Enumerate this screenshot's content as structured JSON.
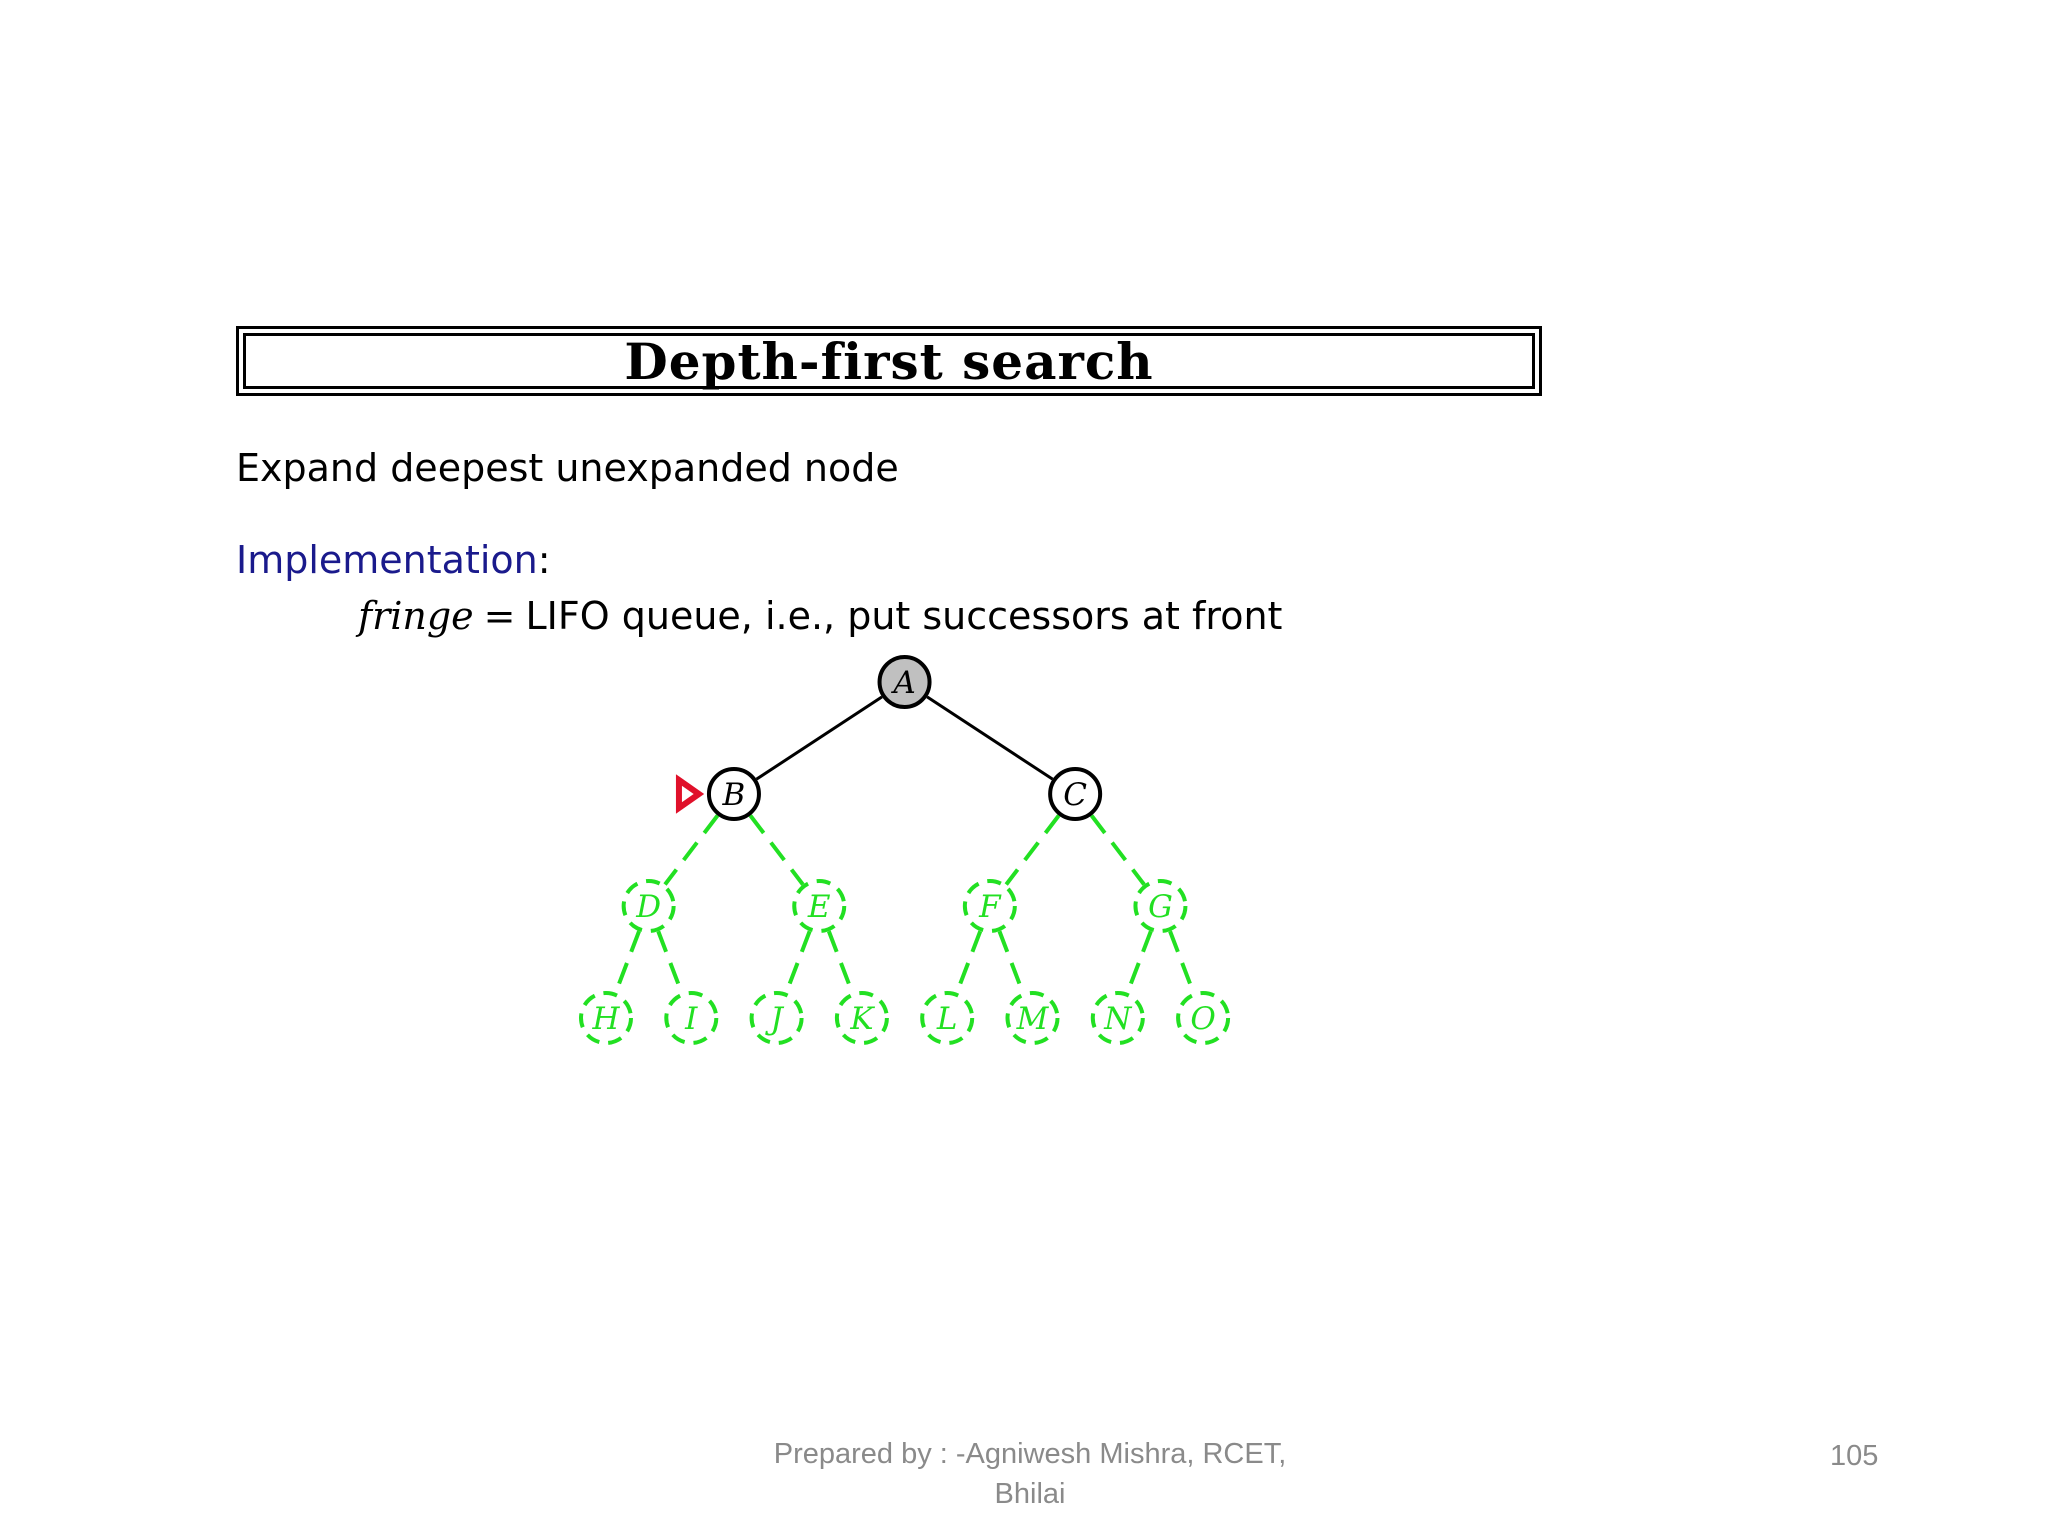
{
  "slide": {
    "title": "Depth-first search",
    "subtitle": "Expand deepest unexpanded node",
    "implementation_label": "Implementation",
    "implementation_colon": ":",
    "fringe_var": "fringe",
    "fringe_eq": "=",
    "fringe_desc": "LIFO queue, i.e., put successors at front"
  },
  "tree": {
    "nodes": [
      {
        "id": "A",
        "level": 0,
        "index": 0,
        "state": "expanded"
      },
      {
        "id": "B",
        "level": 1,
        "index": 0,
        "state": "fringe"
      },
      {
        "id": "C",
        "level": 1,
        "index": 1,
        "state": "fringe"
      },
      {
        "id": "D",
        "level": 2,
        "index": 0,
        "state": "unexplored"
      },
      {
        "id": "E",
        "level": 2,
        "index": 1,
        "state": "unexplored"
      },
      {
        "id": "F",
        "level": 2,
        "index": 2,
        "state": "unexplored"
      },
      {
        "id": "G",
        "level": 2,
        "index": 3,
        "state": "unexplored"
      },
      {
        "id": "H",
        "level": 3,
        "index": 0,
        "state": "unexplored"
      },
      {
        "id": "I",
        "level": 3,
        "index": 1,
        "state": "unexplored"
      },
      {
        "id": "J",
        "level": 3,
        "index": 2,
        "state": "unexplored"
      },
      {
        "id": "K",
        "level": 3,
        "index": 3,
        "state": "unexplored"
      },
      {
        "id": "L",
        "level": 3,
        "index": 4,
        "state": "unexplored"
      },
      {
        "id": "M",
        "level": 3,
        "index": 5,
        "state": "unexplored"
      },
      {
        "id": "N",
        "level": 3,
        "index": 6,
        "state": "unexplored"
      },
      {
        "id": "O",
        "level": 3,
        "index": 7,
        "state": "unexplored"
      }
    ],
    "edges": [
      [
        "A",
        "B"
      ],
      [
        "A",
        "C"
      ],
      [
        "B",
        "D"
      ],
      [
        "B",
        "E"
      ],
      [
        "C",
        "F"
      ],
      [
        "C",
        "G"
      ],
      [
        "D",
        "H"
      ],
      [
        "D",
        "I"
      ],
      [
        "E",
        "J"
      ],
      [
        "E",
        "K"
      ],
      [
        "F",
        "L"
      ],
      [
        "F",
        "M"
      ],
      [
        "G",
        "N"
      ],
      [
        "G",
        "O"
      ]
    ],
    "current_node": "B",
    "colors": {
      "expanded_fill": "#c0c0c0",
      "solid_stroke": "#000000",
      "unexplored_stroke": "#22e022",
      "marker": "#e0102a"
    }
  },
  "footer": {
    "line1": "Prepared by : -Agniwesh Mishra, RCET,",
    "line2": "Bhilai",
    "page_number": "105"
  }
}
